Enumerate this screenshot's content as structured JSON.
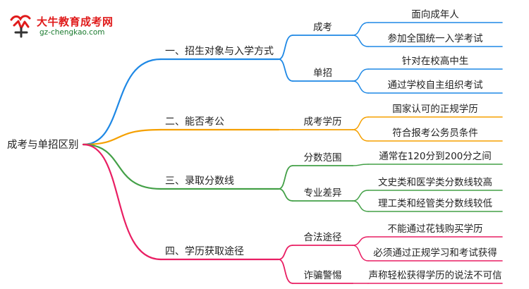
{
  "watermark": {
    "title": "大牛教育成考网",
    "url": "gz-chengkao.com"
  },
  "mindmap": {
    "root": "成考与单招区别",
    "branches": [
      {
        "label": "一、招生对象与入学方式",
        "color": "#1e88e5",
        "groups": [
          {
            "label": "成考",
            "leaves": [
              "面向成年人",
              "参加全国统一入学考试"
            ]
          },
          {
            "label": "单招",
            "leaves": [
              "针对在校高中生",
              "通过学校自主组织考试"
            ]
          }
        ]
      },
      {
        "label": "二、能否考公",
        "color": "#f5a000",
        "groups": [
          {
            "label": "成考学历",
            "leaves": [
              "国家认可的正规学历",
              "符合报考公务员条件"
            ]
          }
        ]
      },
      {
        "label": "三、录取分数线",
        "color": "#43a047",
        "groups": [
          {
            "label": "分数范围",
            "leaves": [
              "通常在120分到200分之间"
            ]
          },
          {
            "label": "专业差异",
            "leaves": [
              "文史类和医学类分数线较高",
              "理工类和经管类分数线较低"
            ]
          }
        ]
      },
      {
        "label": "四、学历获取途径",
        "color": "#e91e63",
        "groups": [
          {
            "label": "合法途径",
            "leaves": [
              "不能通过花钱购买学历",
              "必须通过正规学习和考试获得"
            ]
          },
          {
            "label": "诈骗警惕",
            "leaves": [
              "声称轻松获得学历的说法不可信"
            ]
          }
        ]
      }
    ]
  }
}
